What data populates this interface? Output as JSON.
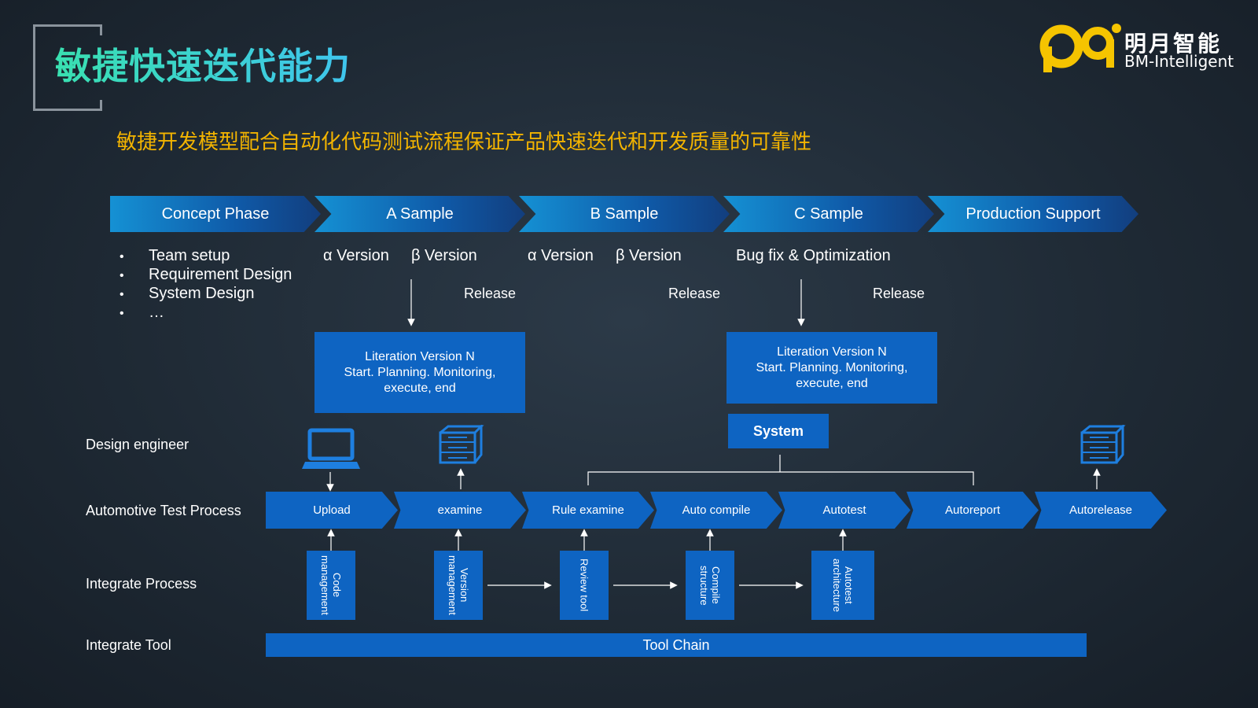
{
  "header": {
    "title": "敏捷快速迭代能力",
    "subtitle": "敏捷开发模型配合自动化代码测试流程保证产品快速迭代和开发质量的可靠性"
  },
  "logo": {
    "cn": "明月智能",
    "en": "BM-Intelligent"
  },
  "phases": [
    "Concept Phase",
    "A Sample",
    "B Sample",
    "C Sample",
    "Production Support"
  ],
  "concept_items": [
    "Team setup",
    "Requirement Design",
    "System Design",
    "…"
  ],
  "versions": {
    "a_alpha": "α Version",
    "a_beta": "β Version",
    "b_alpha": "α Version",
    "b_beta": "β Version",
    "c_text": "Bug fix & Optimization"
  },
  "releases": [
    "Release",
    "Release",
    "Release"
  ],
  "iteration_boxes": [
    {
      "line1": "Literation Version N",
      "line2": "Start. Planning. Monitoring,",
      "line3": "execute, end"
    },
    {
      "line1": "Literation Version N",
      "line2": "Start. Planning. Monitoring,",
      "line3": "execute, end"
    }
  ],
  "system_label": "System",
  "row_labels": {
    "design": "Design engineer",
    "test": "Automotive Test Process",
    "integrate": "Integrate Process",
    "tool": "Integrate Tool"
  },
  "test_steps": [
    "Upload",
    "examine",
    "Rule examine",
    "Auto compile",
    "Autotest",
    "Autoreport",
    "Autorelease"
  ],
  "integrate_tools": [
    "Code management",
    "Version management",
    "Review tool",
    "Compile structure",
    "Autotest architecture"
  ],
  "toolchain": "Tool Chain",
  "icons": {
    "laptop": "laptop-icon",
    "server": "server-icon"
  },
  "colors": {
    "title_gradient_start": "#39e0b0",
    "title_gradient_end": "#3fc5ee",
    "subtitle": "#f3b400",
    "box_blue": "#0e64c2"
  }
}
